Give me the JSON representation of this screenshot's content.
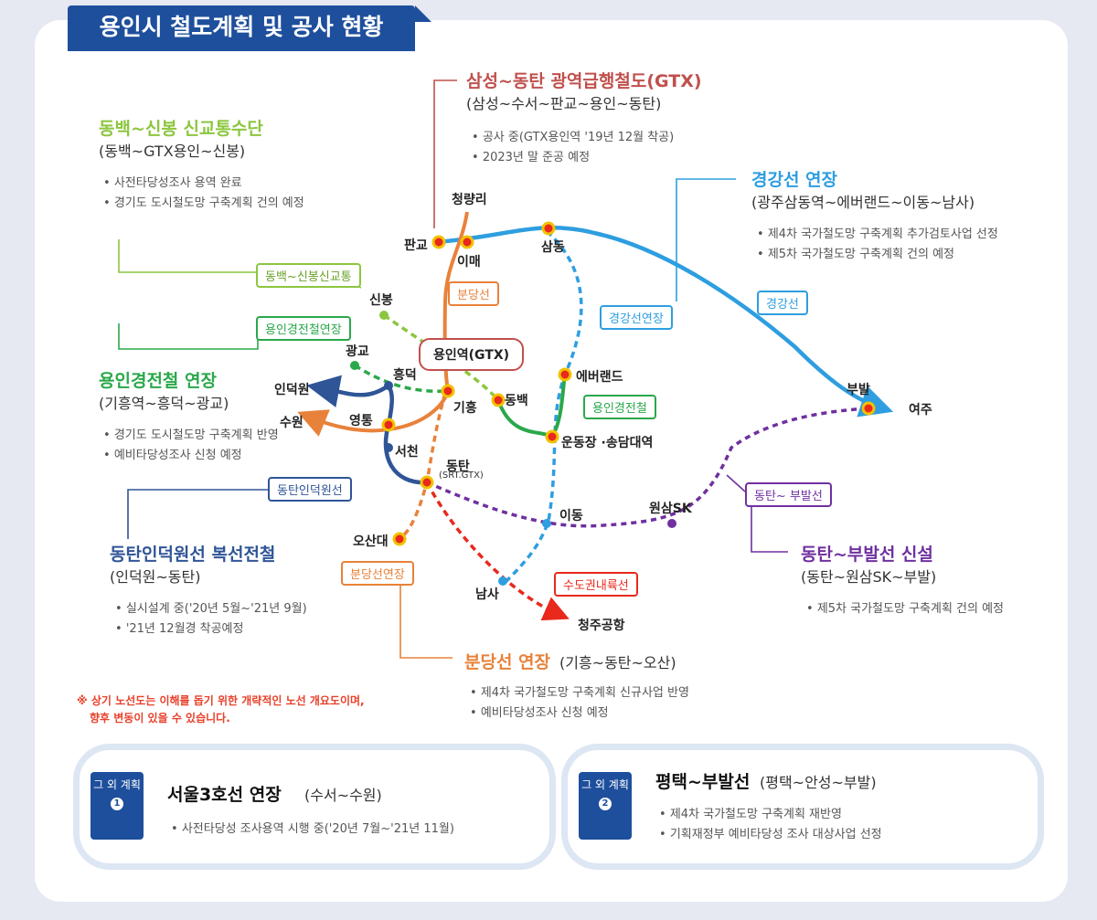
{
  "title": "용인시 철도계획 및 공사 현황",
  "colors": {
    "gtx": "#c0504d",
    "bundang": "#e8823a",
    "gyeonggang": "#2e9ee0",
    "gyeongjeon": "#2aa84a",
    "dongbaek": "#8cc63f",
    "dongtan_indeok": "#2f5597",
    "dongtan_bubal": "#7030a0",
    "sudogwon": "#e8291c",
    "brand": "#1e4f9c"
  },
  "sections": {
    "gtx": {
      "heading": "삼성~동탄 광역급행철도(GTX)",
      "route": "(삼성~수서~판교~용인~동탄)",
      "bullets": [
        "공사 중(GTX용인역 '19년 12월 착공)",
        "2023년 말 준공 예정"
      ]
    },
    "dongbaek": {
      "heading": "동백~신봉 신교통수단",
      "route": "(동백~GTX용인~신봉)",
      "bullets": [
        "사전타당성조사 용역 완료",
        "경기도 도시철도망 구축계획 건의 예정"
      ]
    },
    "gyeonggang": {
      "heading": "경강선 연장",
      "route": "(광주삼동역~에버랜드~이동~남사)",
      "bullets": [
        "제4차 국가철도망 구축계획 추가검토사업 선정",
        "제5차 국가철도망 구축계획 건의 예정"
      ]
    },
    "gyeongjeon": {
      "heading": "용인경전철 연장",
      "route": "(기흥역~흥덕~광교)",
      "bullets": [
        "경기도 도시철도망 구축계획 반영",
        "예비타당성조사 신청 예정"
      ]
    },
    "dongtan_indeok": {
      "heading": "동탄인덕원선 복선전철",
      "route": "(인덕원~동탄)",
      "bullets": [
        "실시설계 중('20년 5월~'21년 9월)",
        "'21년 12월경 착공예정"
      ]
    },
    "dongtan_bubal": {
      "heading": "동탄~부발선 신설",
      "route": "(동탄~원삼SK~부발)",
      "bullets": [
        "제5차 국가철도망 구축계획 건의 예정"
      ]
    },
    "bundang": {
      "heading": "분당선 연장",
      "route": "(기흥~동탄~오산)",
      "bullets": [
        "제4차 국가철도망 구축계획 신규사업 반영",
        "예비타당성조사 신청 예정"
      ]
    }
  },
  "line_labels": {
    "dongbaek": "동백~신봉신교통",
    "gyeongjeon_ext": "용인경전철연장",
    "bundang": "분당선",
    "gyeonggang_ext": "경강선연장",
    "gyeonggang": "경강선",
    "yongin_gtx": "용인역(GTX)",
    "gyeongjeon": "용인경전철",
    "dongtan_indeok": "동탄인덕원선",
    "dongtan_bubal": "동탄~ 부발선",
    "bundang_ext": "분당선연장",
    "sudogwon": "수도권내륙선"
  },
  "stations": {
    "cheongnyangni": "청량리",
    "pangyo": "판교",
    "imae": "이매",
    "samdong": "삼동",
    "sinbong": "신봉",
    "gwanggyo": "광교",
    "heungdeok": "흥덕",
    "indeogwon": "인덕원",
    "suwon": "수원",
    "yeongtong": "영통",
    "giheung": "기흥",
    "dongbaek": "동백",
    "everland": "에버랜드",
    "undongjang": "운동장 ·송담대역",
    "seocheon": "서천",
    "dongtan": "동탄",
    "dongtan_sub": "(SRT.GTX)",
    "ido": "이동",
    "wonsam": "원삼SK",
    "bubal": "부발",
    "yeoju": "여주",
    "osan": "오산대",
    "namsa": "남사",
    "cheongju": "청주공항"
  },
  "note": [
    "※ 상기 노선도는 이해를 돕기 위한 개략적인 노선 개요도이며,",
    "향후 변동이 있을 수 있습니다."
  ],
  "other_plans": [
    {
      "badge": "그 외 계획",
      "num": "1",
      "heading": "서울3호선 연장",
      "route": "(수서~수원)",
      "bullets": [
        "사전타당성 조사용역 시행 중('20년 7월~'21년 11월)"
      ]
    },
    {
      "badge": "그 외 계획",
      "num": "2",
      "heading": "평택~부발선",
      "route": "(평택~안성~부발)",
      "bullets": [
        "제4차 국가철도망 구축계획 재반영",
        "기획재정부 예비타당성 조사 대상사업 선정"
      ]
    }
  ]
}
